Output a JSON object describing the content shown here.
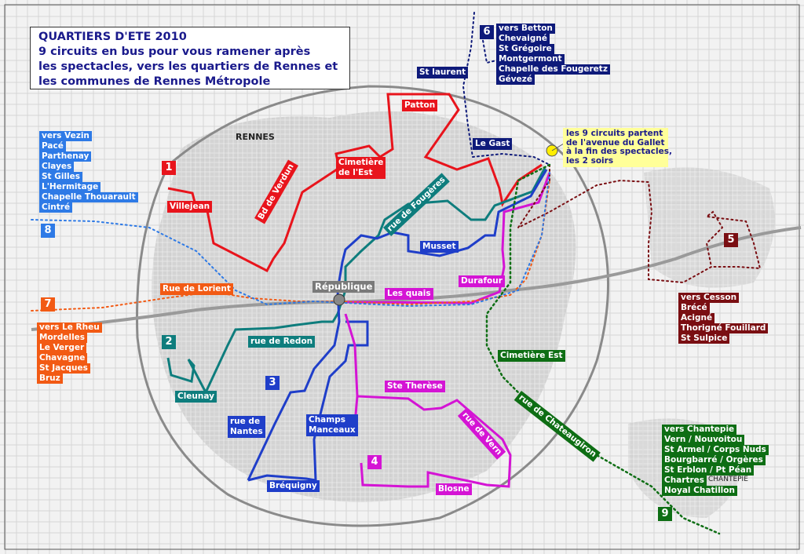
{
  "title": {
    "lines": [
      "QUARTIERS D'ETE 2010",
      "9 circuits en bus pour vous ramener après",
      "les spectacles,  vers les quartiers de Rennes et",
      "les communes de Rennes Métropole"
    ]
  },
  "info_note": {
    "lines": [
      "les 9 circuits partent",
      "de l'avenue du Gallet",
      "à la fin des spectacles,",
      "les 2 soirs"
    ]
  },
  "center_label": "République",
  "map_place_labels": {
    "rennes": "RENNES",
    "chantepie": "CHANTEPIE"
  },
  "circuits": [
    {
      "number": "1",
      "color": "#e8141c",
      "labels": [
        "Patton",
        "Cimetière\nde l'Est",
        "Bd de Verdun",
        "Villejean"
      ]
    },
    {
      "number": "2",
      "color": "#0e7d7d",
      "labels": [
        "rue de Fougères",
        "rue de Redon",
        "Cleunay"
      ]
    },
    {
      "number": "3",
      "color": "#1f3ec9",
      "labels": [
        "Musset",
        "rue de\nNantes",
        "Champs\nManceaux",
        "Bréquigny"
      ]
    },
    {
      "number": "4",
      "color": "#d414d4",
      "labels": [
        "Durafour",
        "Les quais",
        "Ste Therèse",
        "rue de Vern",
        "Blosne"
      ]
    },
    {
      "number": "5",
      "color": "#7a0e12",
      "destinations": [
        "vers Cesson",
        "Brécé",
        "Acigné",
        "Thorigné Fouillard",
        "St Sulpice"
      ]
    },
    {
      "number": "6",
      "color": "#0e1a7a",
      "labels": [
        "St laurent",
        "Le Gast"
      ],
      "destinations": [
        "vers Betton",
        "Chevaigné",
        "St Grégoire",
        "Montgermont",
        "Chapelle des Fougeretz",
        "Gévezé"
      ]
    },
    {
      "number": "7",
      "color": "#f25a14",
      "labels": [
        "Rue de Lorient"
      ],
      "destinations": [
        "vers Le Rheu",
        "Mordelles",
        "Le Verger",
        "Chavagne",
        "St Jacques",
        "Bruz"
      ]
    },
    {
      "number": "8",
      "color": "#2e7ae6",
      "destinations": [
        "vers Vezin",
        "Pacé",
        "Parthenay",
        "Clayes",
        "St Gilles",
        "L'Hermitage",
        "Chapelle Thouarault",
        "Cintré"
      ]
    },
    {
      "number": "9",
      "color": "#0e6e14",
      "labels": [
        "Cimetière Est",
        "rue de Chateaugiron"
      ],
      "destinations": [
        "vers Chantepie",
        "Vern / Nouvoitou",
        "St Armel / Corps Nuds",
        "Bourgbarré / Orgères",
        "St Erblon / Pt Péan",
        "Chartres",
        "Noyal Chatillon"
      ]
    }
  ]
}
